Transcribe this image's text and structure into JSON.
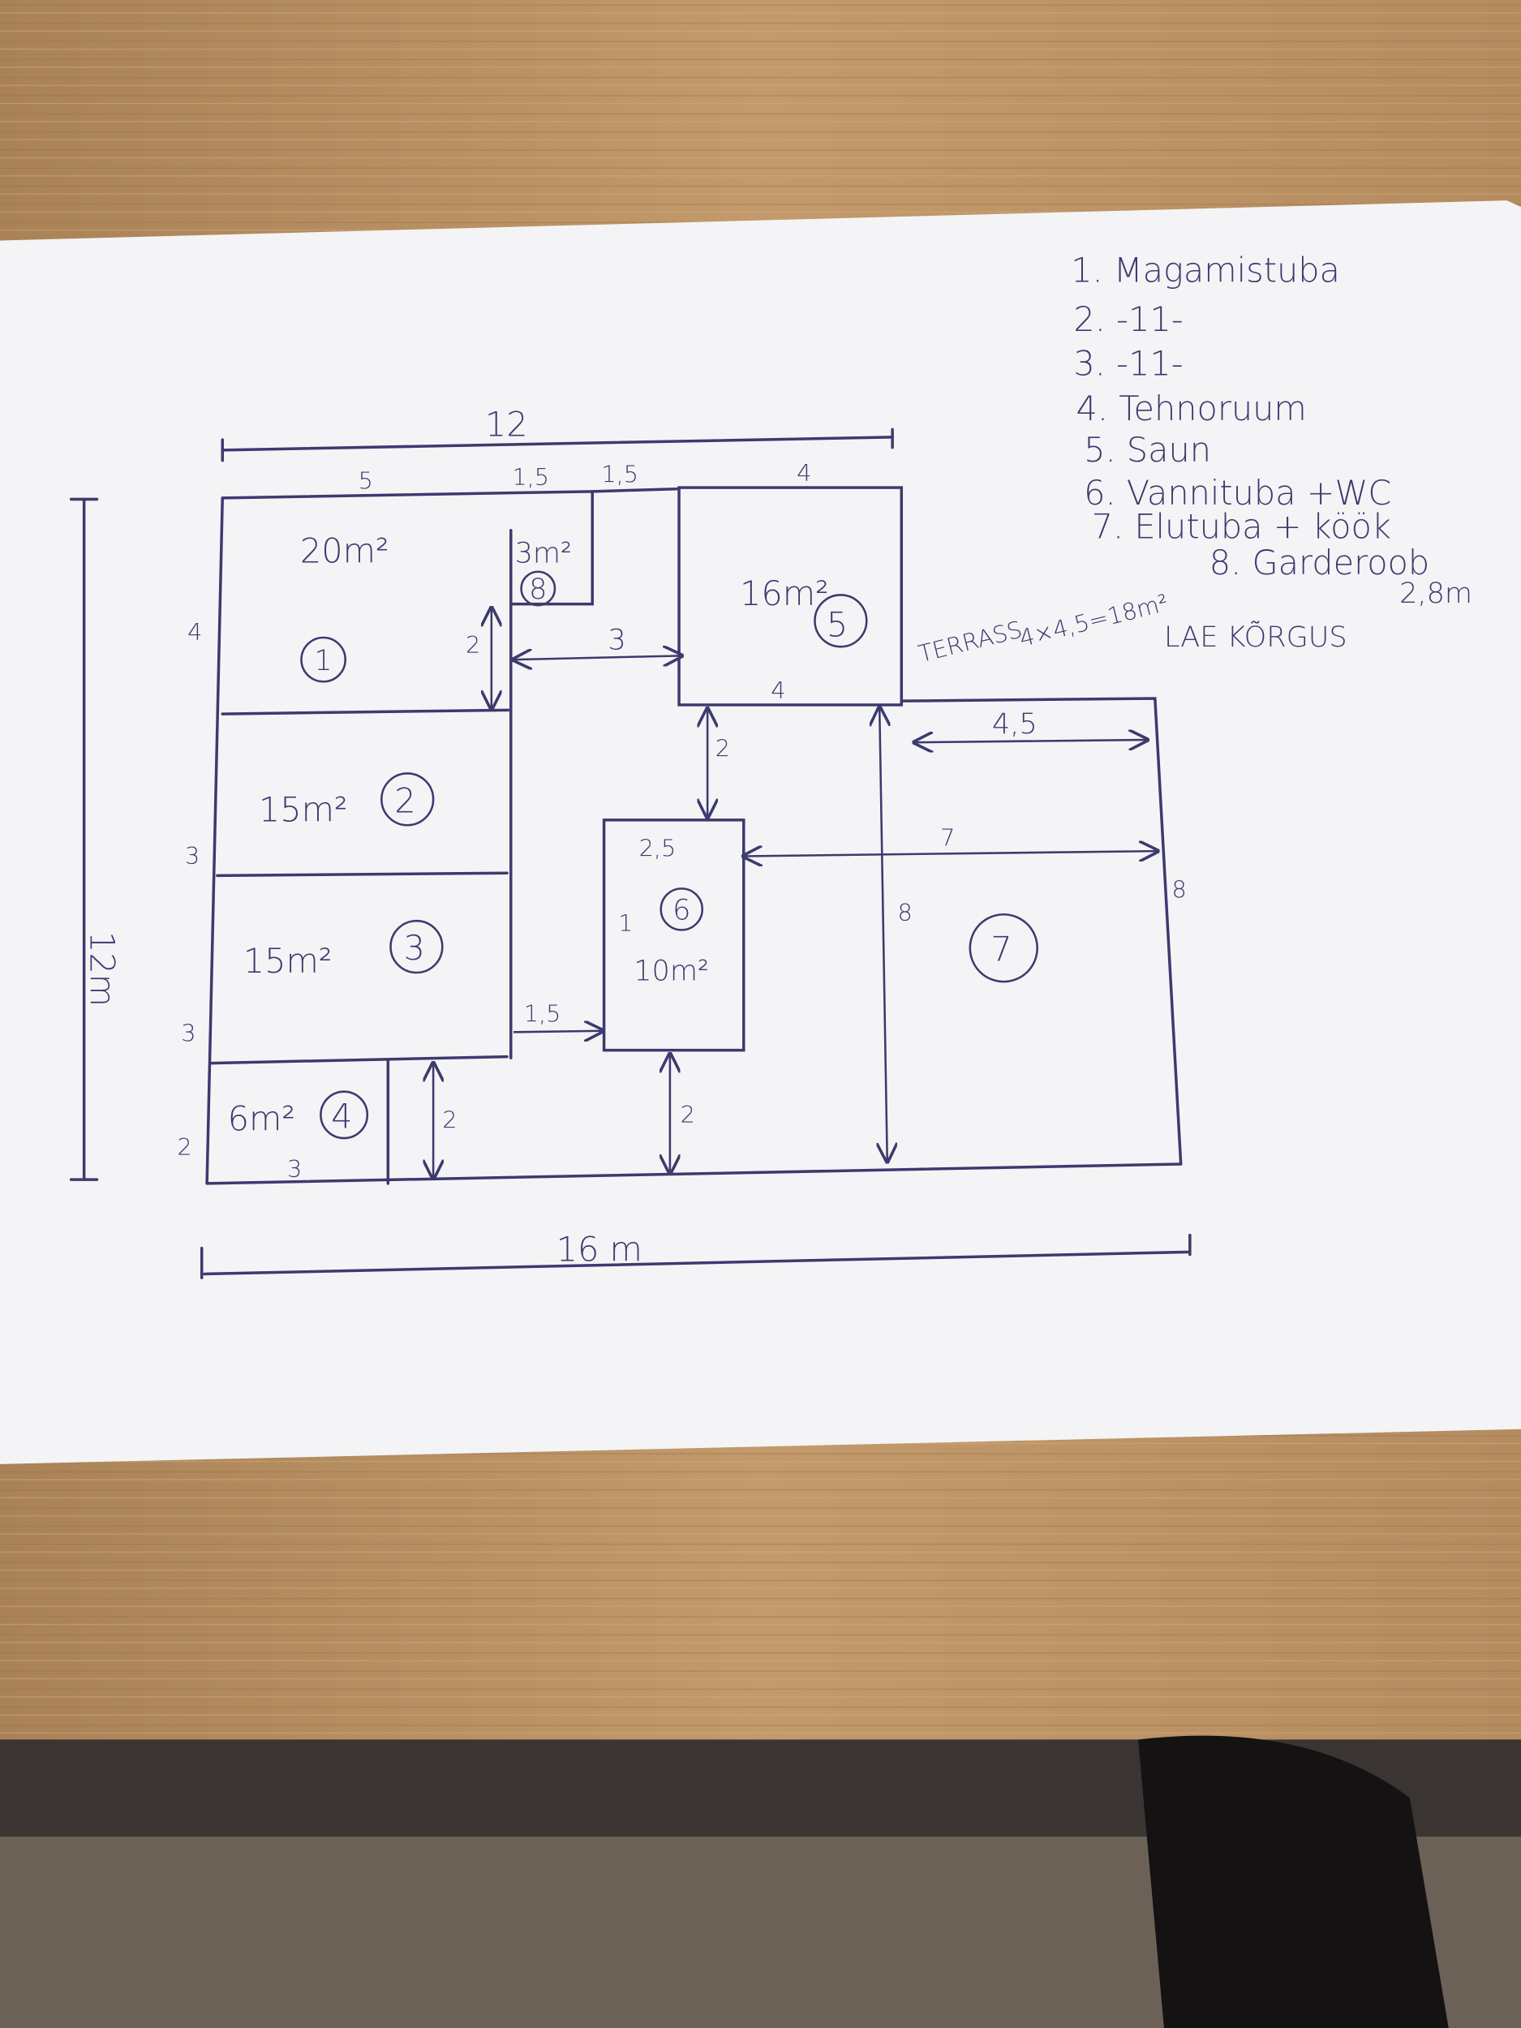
{
  "legend": [
    "1. Magamistuba",
    "2.      -11-",
    "3.      -11-",
    "4. Tehnoruum",
    "5. Saun",
    "6. Vannituba +WC",
    "7. Elutuba + köök",
    "8. Garderoob"
  ],
  "rooms": {
    "r1": {
      "area": "20m²",
      "num": "1"
    },
    "r2": {
      "area": "15m²",
      "num": "2"
    },
    "r3": {
      "area": "15m²",
      "num": "3"
    },
    "r4": {
      "area": "6m²",
      "num": "4"
    },
    "r5": {
      "area": "16m²",
      "num": "5"
    },
    "r6": {
      "area": "10m²",
      "num": "6"
    },
    "r7": {
      "num": "7"
    },
    "r8": {
      "area": "3m²",
      "num": "8"
    }
  },
  "dimensions": {
    "top_total": "12",
    "top_r1": "5",
    "top_r8": "1,5",
    "top_gap": "1,5",
    "top_r5": "4",
    "r5_bottom": "4",
    "hall_width": "3",
    "r1_door": "2",
    "left_r1": "4",
    "left_r2": "3",
    "left_r3": "3",
    "left_r4": "2",
    "r4_bottom": "3",
    "r4_side": "2",
    "r6_top": "2,5",
    "r6_side": "1",
    "r6_left_gap": "1,5",
    "r6_bottom": "2",
    "r5_r6_gap": "2",
    "r7_upper": "4,5",
    "r7_width": "7",
    "r7_height_inner": "8",
    "r7_height_right": "8",
    "bottom_total": "16 m",
    "left_total": "12m"
  },
  "notes": {
    "terrace": "TERRASS",
    "terrace_area": "4×4,5=18m²",
    "ceiling_label": "LAE KÕRGUS",
    "ceiling_value": "2,8m"
  },
  "colors": {
    "ink": "#3d3a6e",
    "paper": "#f4f4f6",
    "wood": "#b08a5e"
  }
}
